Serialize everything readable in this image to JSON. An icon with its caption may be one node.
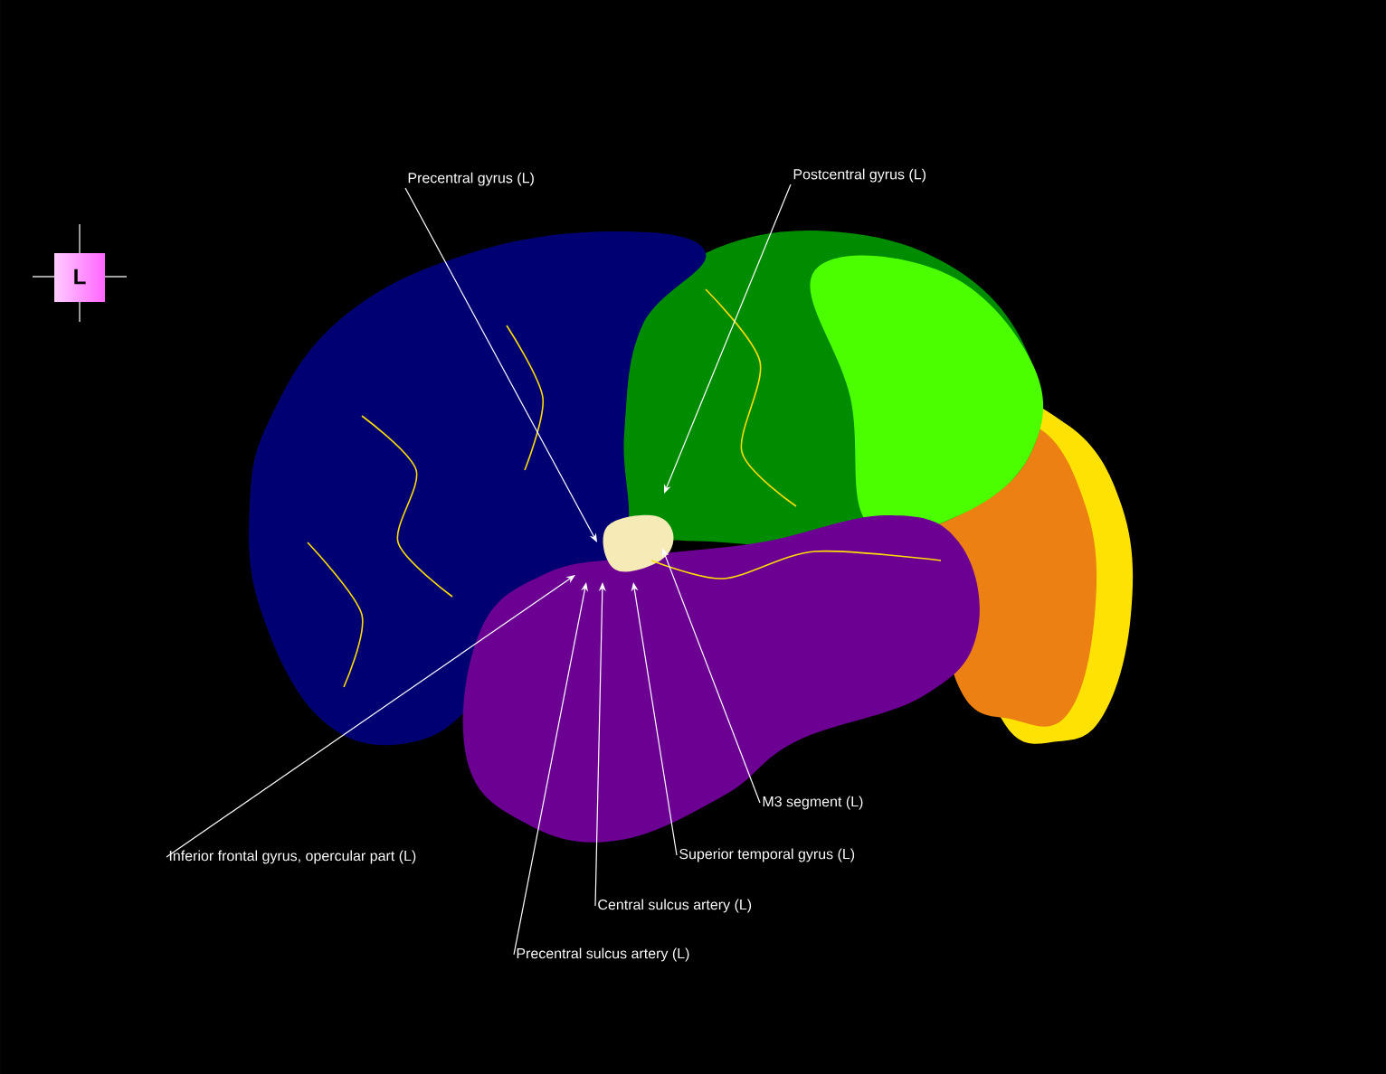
{
  "diagram": {
    "nodes": [
      {
        "text": [
          "Precentral gyrus (L)"
        ]
      },
      {
        "text": [
          "Postcentral gyrus (L)"
        ]
      },
      {
        "text": [
          "M3 segment (L)"
        ]
      },
      {
        "text": [
          "Inferior frontal gyrus, opercular part (L)"
        ]
      },
      {
        "text": [
          "Superior temporal gyrus (L)"
        ]
      },
      {
        "text": [
          "Central sulcus artery (L)"
        ]
      },
      {
        "text": [
          "Precentral sulcus artery (L)"
        ]
      }
    ],
    "edges": [
      {
        "from": 0,
        "to": null,
        "arrow": "to"
      },
      {
        "from": 1,
        "to": null,
        "arrow": "to"
      },
      {
        "from": 2,
        "to": null,
        "arrow": "to"
      },
      {
        "from": 3,
        "to": null,
        "arrow": "to"
      },
      {
        "from": 4,
        "to": null,
        "arrow": "to"
      },
      {
        "from": 5,
        "to": null,
        "arrow": "to"
      },
      {
        "from": 6,
        "to": null,
        "arrow": "to"
      }
    ],
    "labels": [
      "L"
    ]
  }
}
